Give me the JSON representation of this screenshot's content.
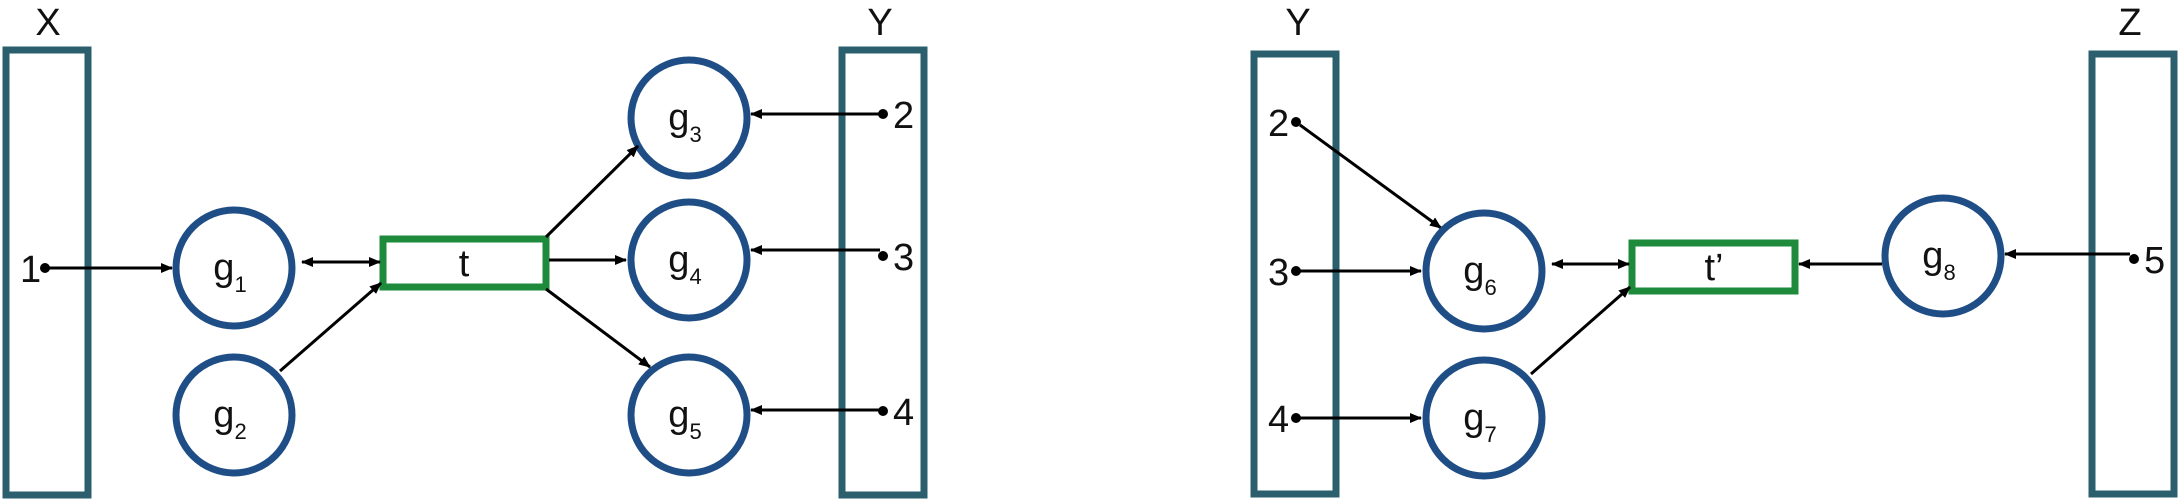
{
  "colors": {
    "port": "#2b5f6e",
    "gate": "#1f4e86",
    "transition": "#1e8a3b",
    "arrow": "#000000"
  },
  "left": {
    "port_x": "X",
    "port_y": "Y",
    "input_1": "1",
    "input_2": "2",
    "input_3": "3",
    "input_4": "4",
    "g1": {
      "base": "g",
      "sub": "1"
    },
    "g2": {
      "base": "g",
      "sub": "2"
    },
    "g3": {
      "base": "g",
      "sub": "3"
    },
    "g4": {
      "base": "g",
      "sub": "4"
    },
    "g5": {
      "base": "g",
      "sub": "5"
    },
    "transition": "t"
  },
  "right": {
    "port_y": "Y",
    "port_z": "Z",
    "input_2": "2",
    "input_3": "3",
    "input_4": "4",
    "input_5": "5",
    "g6": {
      "base": "g",
      "sub": "6"
    },
    "g7": {
      "base": "g",
      "sub": "7"
    },
    "g8": {
      "base": "g",
      "sub": "8"
    },
    "transition": "t’"
  }
}
